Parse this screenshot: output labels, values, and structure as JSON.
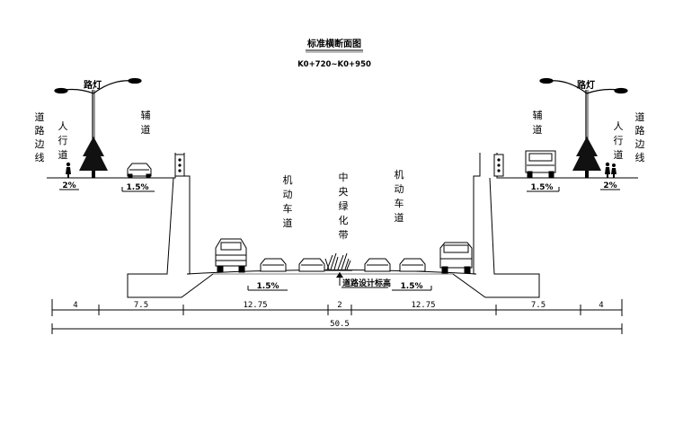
{
  "title": "标准横断面图",
  "subtitle": "K0+720~K0+950",
  "labels": {
    "streetlight_left": "路灯",
    "streetlight_right": "路灯",
    "road_edge_left": "道路边线",
    "road_edge_right": "道路边线",
    "sidewalk_left": "人行道",
    "sidewalk_right": "人行道",
    "aux_road_left": "辅道",
    "aux_road_right": "辅道",
    "motor_lane_left": "机动车道",
    "motor_lane_right": "机动车道",
    "median": "中央绿化带",
    "design_elevation": "道路设计标高"
  },
  "slopes": {
    "sidewalk_left": "2%",
    "aux_left": "1.5%",
    "aux_right": "1.5%",
    "sidewalk_right": "2%",
    "main_left": "1.5%",
    "main_right": "1.5%"
  },
  "dimensions": {
    "segments": [
      "4",
      "7.5",
      "12.75",
      "2",
      "12.75",
      "7.5",
      "4"
    ],
    "total": "50.5"
  }
}
